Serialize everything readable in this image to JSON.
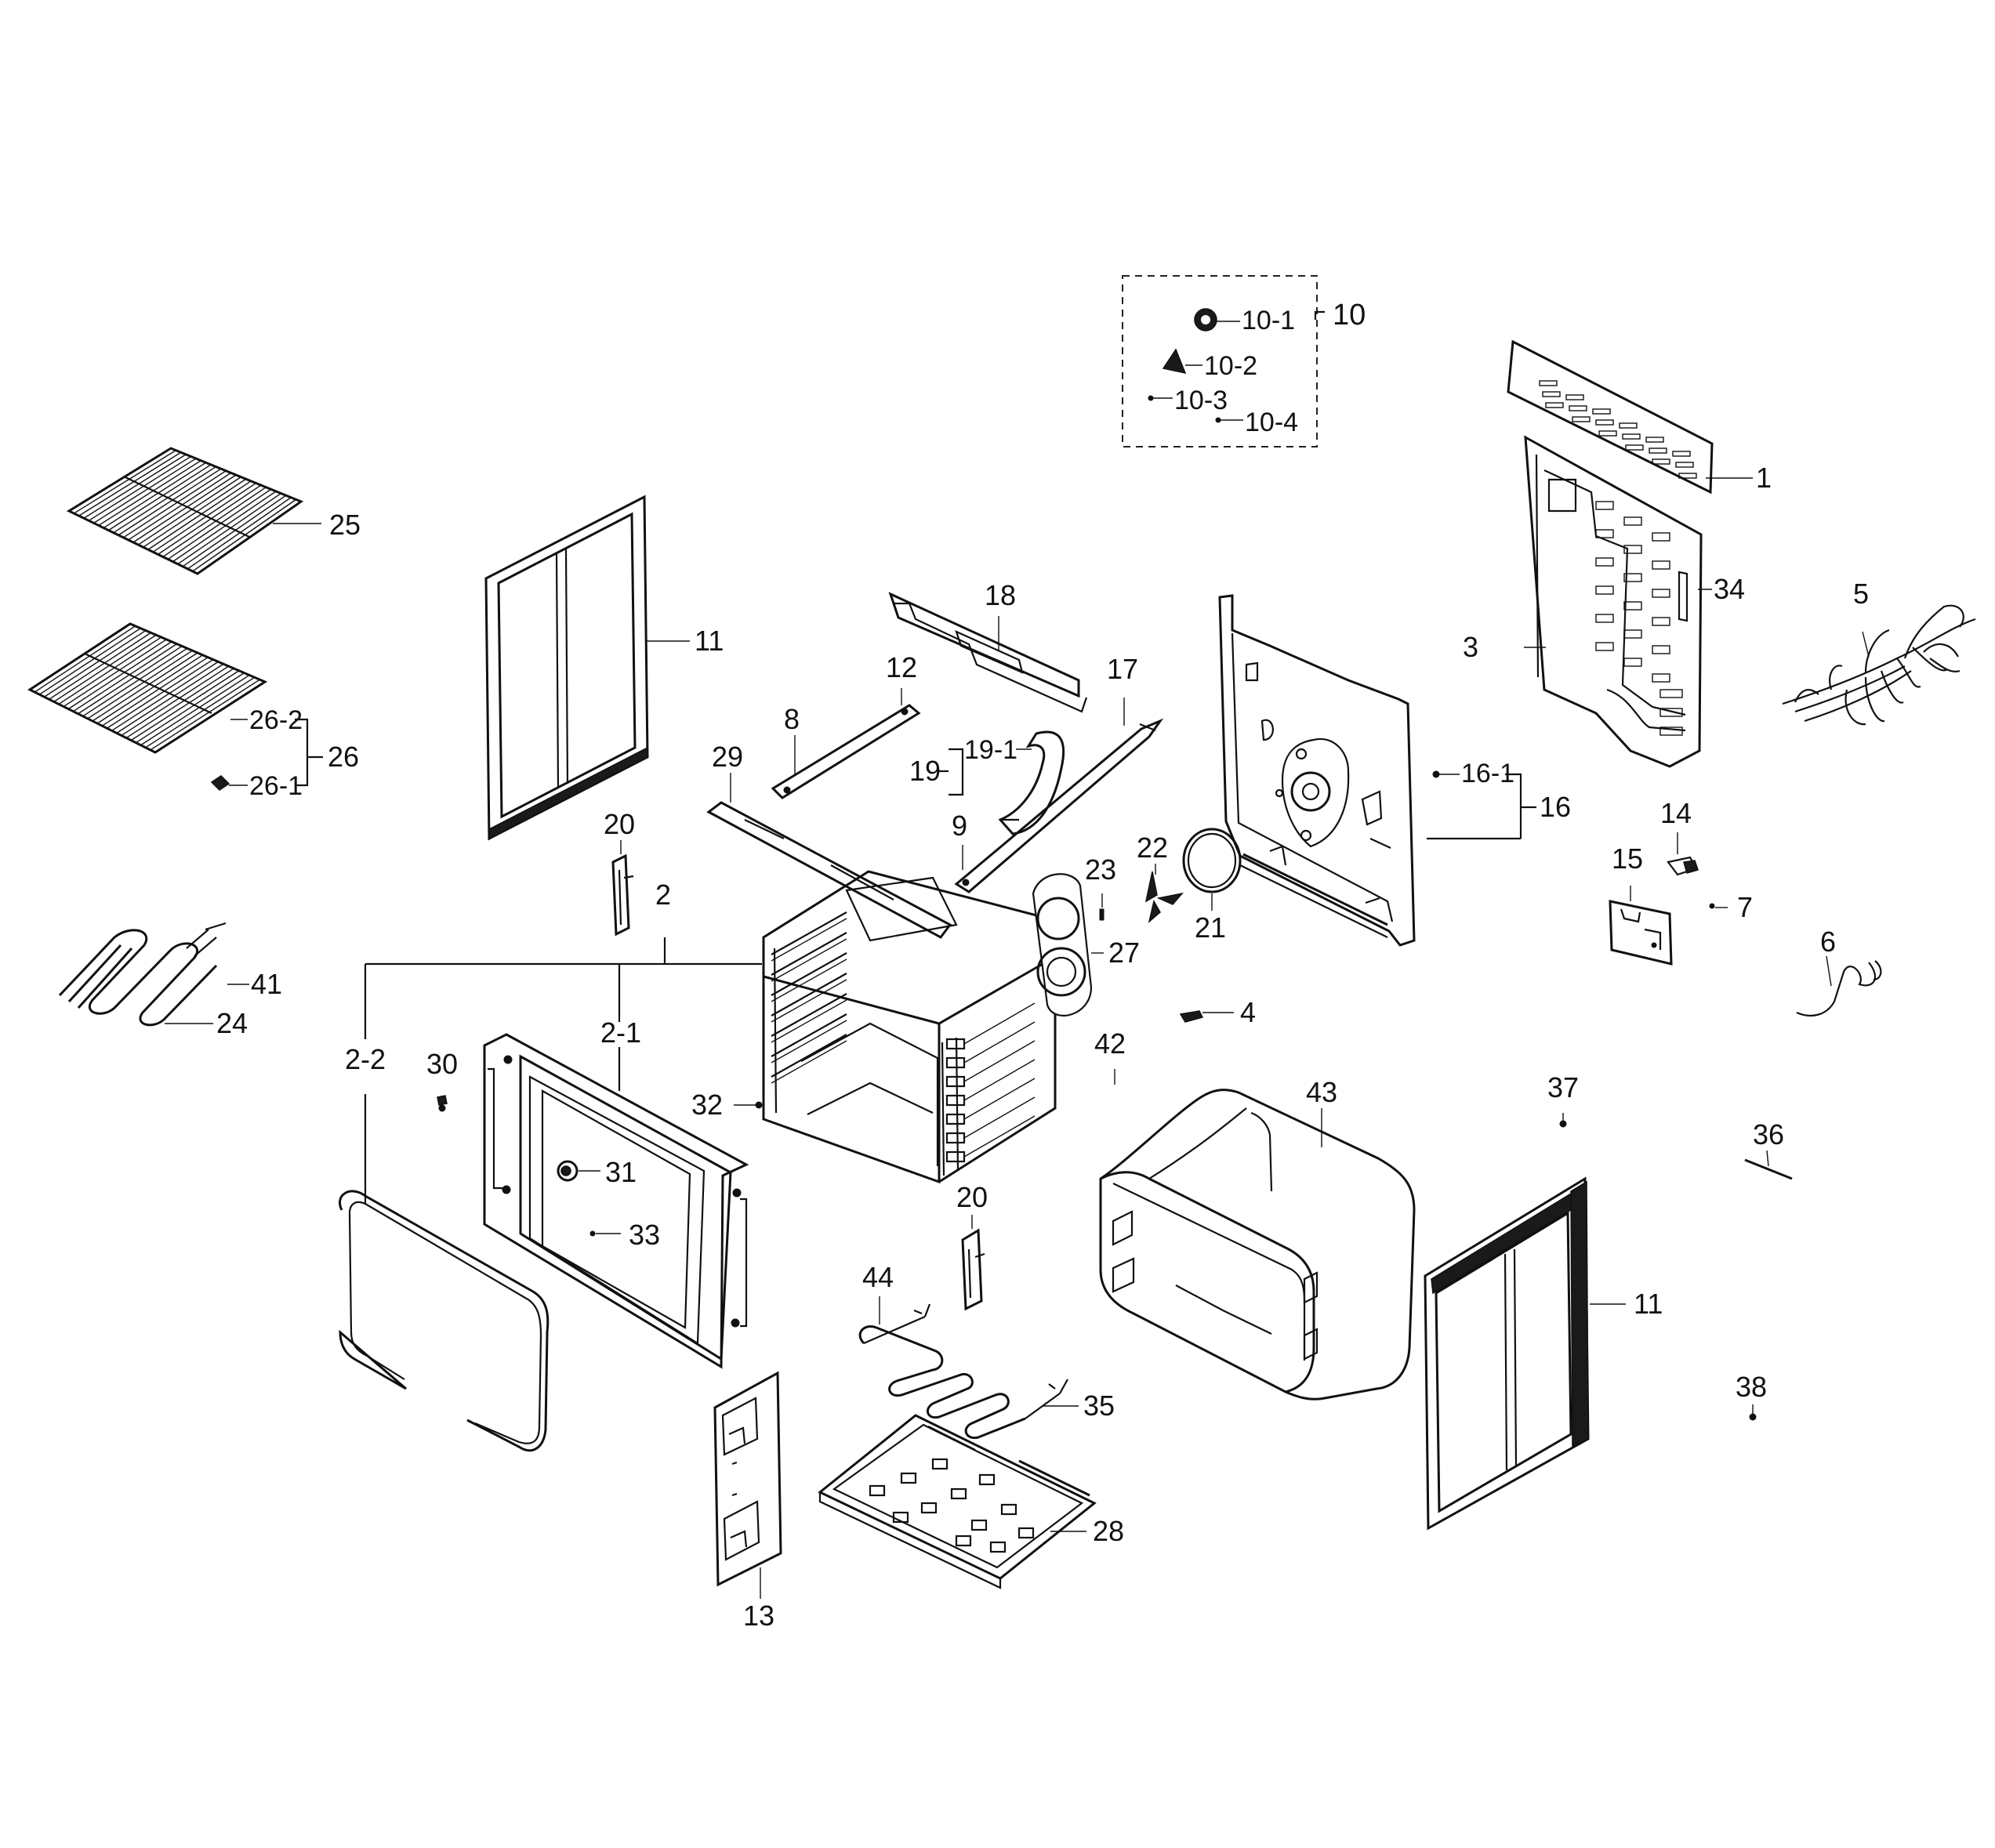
{
  "labels": {
    "p1": "1",
    "p2": "2",
    "p2_1": "2-1",
    "p2_2": "2-2",
    "p3": "3",
    "p4": "4",
    "p5": "5",
    "p6": "6",
    "p7": "7",
    "p8": "8",
    "p9": "9",
    "p10": "10",
    "p10_1": "10-1",
    "p10_2": "10-2",
    "p10_3": "10-3",
    "p10_4": "10-4",
    "p11a": "11",
    "p11b": "11",
    "p12": "12",
    "p13": "13",
    "p14": "14",
    "p15": "15",
    "p16": "16",
    "p16_1": "16-1",
    "p17": "17",
    "p18": "18",
    "p19": "19",
    "p19_1": "19-1",
    "p20a": "20",
    "p20b": "20",
    "p21": "21",
    "p22": "22",
    "p23": "23",
    "p24": "24",
    "p25": "25",
    "p26": "26",
    "p26_1": "26-1",
    "p26_2": "26-2",
    "p27": "27",
    "p28": "28",
    "p29": "29",
    "p30": "30",
    "p31": "31",
    "p32": "32",
    "p33": "33",
    "p34": "34",
    "p35": "35",
    "p36": "36",
    "p37": "37",
    "p38": "38",
    "p41": "41",
    "p42": "42",
    "p43": "43",
    "p44": "44"
  },
  "style": {
    "ink": "#111111",
    "background": "#ffffff"
  }
}
